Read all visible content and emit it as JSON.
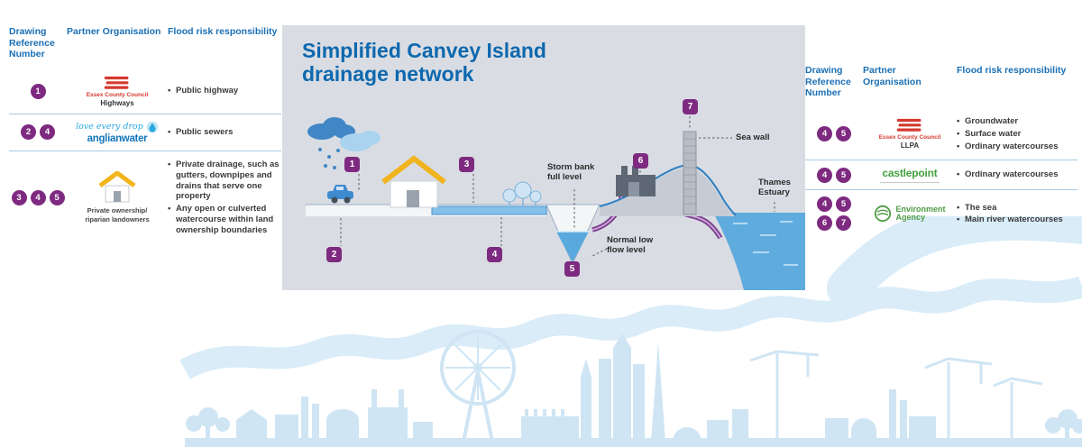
{
  "headers": {
    "ref": "Drawing Reference Number",
    "org": "Partner Organisation",
    "resp": "Flood risk responsibility"
  },
  "diagram": {
    "title": {
      "line1": "Simplified Canvey Island",
      "line2": "drainage network"
    },
    "badges": {
      "b1": "1",
      "b2": "2",
      "b3": "3",
      "b4": "4",
      "b5": "5",
      "b6": "6",
      "b7": "7"
    },
    "labels": {
      "storm_bank_line1": "Storm bank",
      "storm_bank_line2": "full level",
      "normal_low_line1": "Normal low",
      "normal_low_line2": "flow level",
      "sea_wall": "Sea wall",
      "thames_line1": "Thames",
      "thames_line2": "Estuary"
    }
  },
  "left_table": {
    "rows": [
      {
        "refs": [
          "1"
        ],
        "org_name": "Essex County Council",
        "org_sub": "Highways",
        "items": [
          "Public highway"
        ]
      },
      {
        "refs": [
          "2",
          "4"
        ],
        "org_script": "love every drop",
        "org_brand": "anglianwater",
        "items": [
          "Public sewers"
        ]
      },
      {
        "refs": [
          "3",
          "4",
          "5"
        ],
        "org_line1": "Private ownership/",
        "org_line2": "riparian landowners",
        "items": [
          "Private drainage, such as gutters, downpipes and drains that serve one property",
          "Any open or culverted watercourse within land ownership boundaries"
        ]
      }
    ]
  },
  "right_table": {
    "rows": [
      {
        "refs": [
          "4",
          "5"
        ],
        "org_name": "Essex County Council",
        "org_sub": "LLPA",
        "items": [
          "Groundwater",
          "Surface water",
          "Ordinary watercourses"
        ]
      },
      {
        "refs": [
          "4",
          "5"
        ],
        "org_brand": "castlepoint",
        "items": [
          "Ordinary watercourses"
        ]
      },
      {
        "refs": [
          "4",
          "5",
          "6",
          "7"
        ],
        "org_line1": "Environment",
        "org_line2": "Agency",
        "items": [
          "The sea",
          "Main river watercourses"
        ]
      }
    ]
  },
  "colors": {
    "header_blue": "#1a6fb5",
    "badge_purple": "#7e2a80",
    "title_blue": "#0e68ae",
    "panel_gray": "#d9dde3",
    "water_blue": "#5fabdd",
    "skyline_blue": "#cfe5f4"
  }
}
